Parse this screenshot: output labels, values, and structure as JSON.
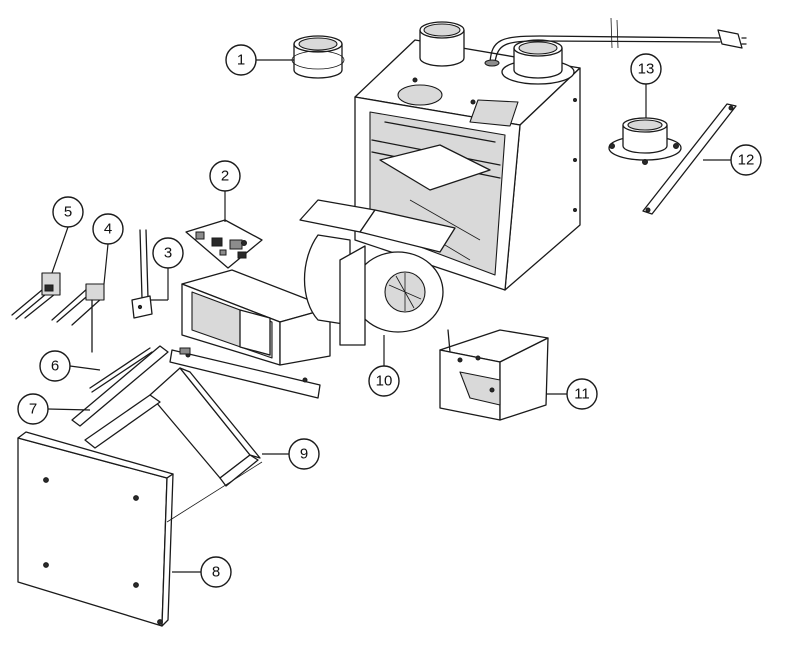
{
  "diagram": {
    "callouts": [
      {
        "id": "part-1",
        "label": "1"
      },
      {
        "id": "part-2",
        "label": "2"
      },
      {
        "id": "part-3",
        "label": "3"
      },
      {
        "id": "part-4",
        "label": "4"
      },
      {
        "id": "part-5",
        "label": "5"
      },
      {
        "id": "part-6",
        "label": "6"
      },
      {
        "id": "part-7",
        "label": "7"
      },
      {
        "id": "part-8",
        "label": "8"
      },
      {
        "id": "part-9",
        "label": "9"
      },
      {
        "id": "part-10",
        "label": "10"
      },
      {
        "id": "part-11",
        "label": "11"
      },
      {
        "id": "part-12",
        "label": "12"
      },
      {
        "id": "part-13",
        "label": "13"
      }
    ]
  }
}
